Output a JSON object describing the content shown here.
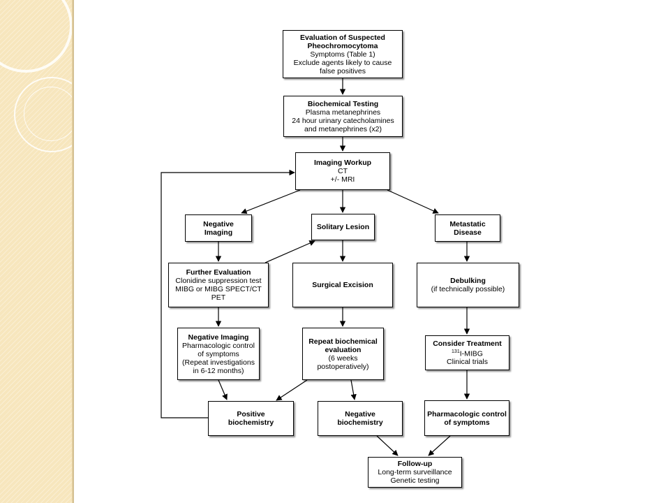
{
  "nodes": {
    "evaluation": {
      "title": "Evaluation of Suspected Pheochromocytoma",
      "lines": [
        "Symptoms (Table 1)",
        "Exclude agents likely to cause false positives"
      ]
    },
    "biochemical_testing": {
      "title": "Biochemical Testing",
      "lines": [
        "Plasma metanephrines",
        "24 hour urinary catecholamines and metanephrines (x2)"
      ]
    },
    "imaging_workup": {
      "title": "Imaging Workup",
      "lines": [
        "CT",
        "+/- MRI"
      ]
    },
    "negative_imaging_top": {
      "title": "Negative Imaging"
    },
    "solitary_lesion": {
      "title": "Solitary Lesion"
    },
    "metastatic_disease": {
      "title": "Metastatic Disease"
    },
    "further_evaluation": {
      "title": "Further Evaluation",
      "lines": [
        "Clonidine suppression test",
        "MIBG or MIBG SPECT/CT",
        "PET"
      ]
    },
    "surgical_excision": {
      "title": "Surgical Excision"
    },
    "debulking": {
      "title": "Debulking",
      "lines": [
        "(if technically possible)"
      ]
    },
    "negative_imaging_bottom": {
      "title": "Negative Imaging",
      "lines": [
        "Pharmacologic control of symptoms",
        "(Repeat investigations in 6-12 months)"
      ]
    },
    "repeat_biochem": {
      "title": "Repeat biochemical evaluation",
      "lines": [
        "(6 weeks postoperatively)"
      ]
    },
    "consider_treatment": {
      "title": "Consider Treatment",
      "sup": "131",
      "iso": "I-MIBG",
      "lines": [
        "Clinical trials"
      ]
    },
    "positive_biochem": {
      "title": "Positive biochemistry"
    },
    "negative_biochem": {
      "title": "Negative biochemistry"
    },
    "pharm_control": {
      "title": "Pharmacologic control of symptoms"
    },
    "follow_up": {
      "title": "Follow-up",
      "lines": [
        "Long-term surveillance",
        "Genetic testing"
      ]
    }
  },
  "colors": {
    "sidebar": "#f7e6bd",
    "line": "#000000"
  }
}
